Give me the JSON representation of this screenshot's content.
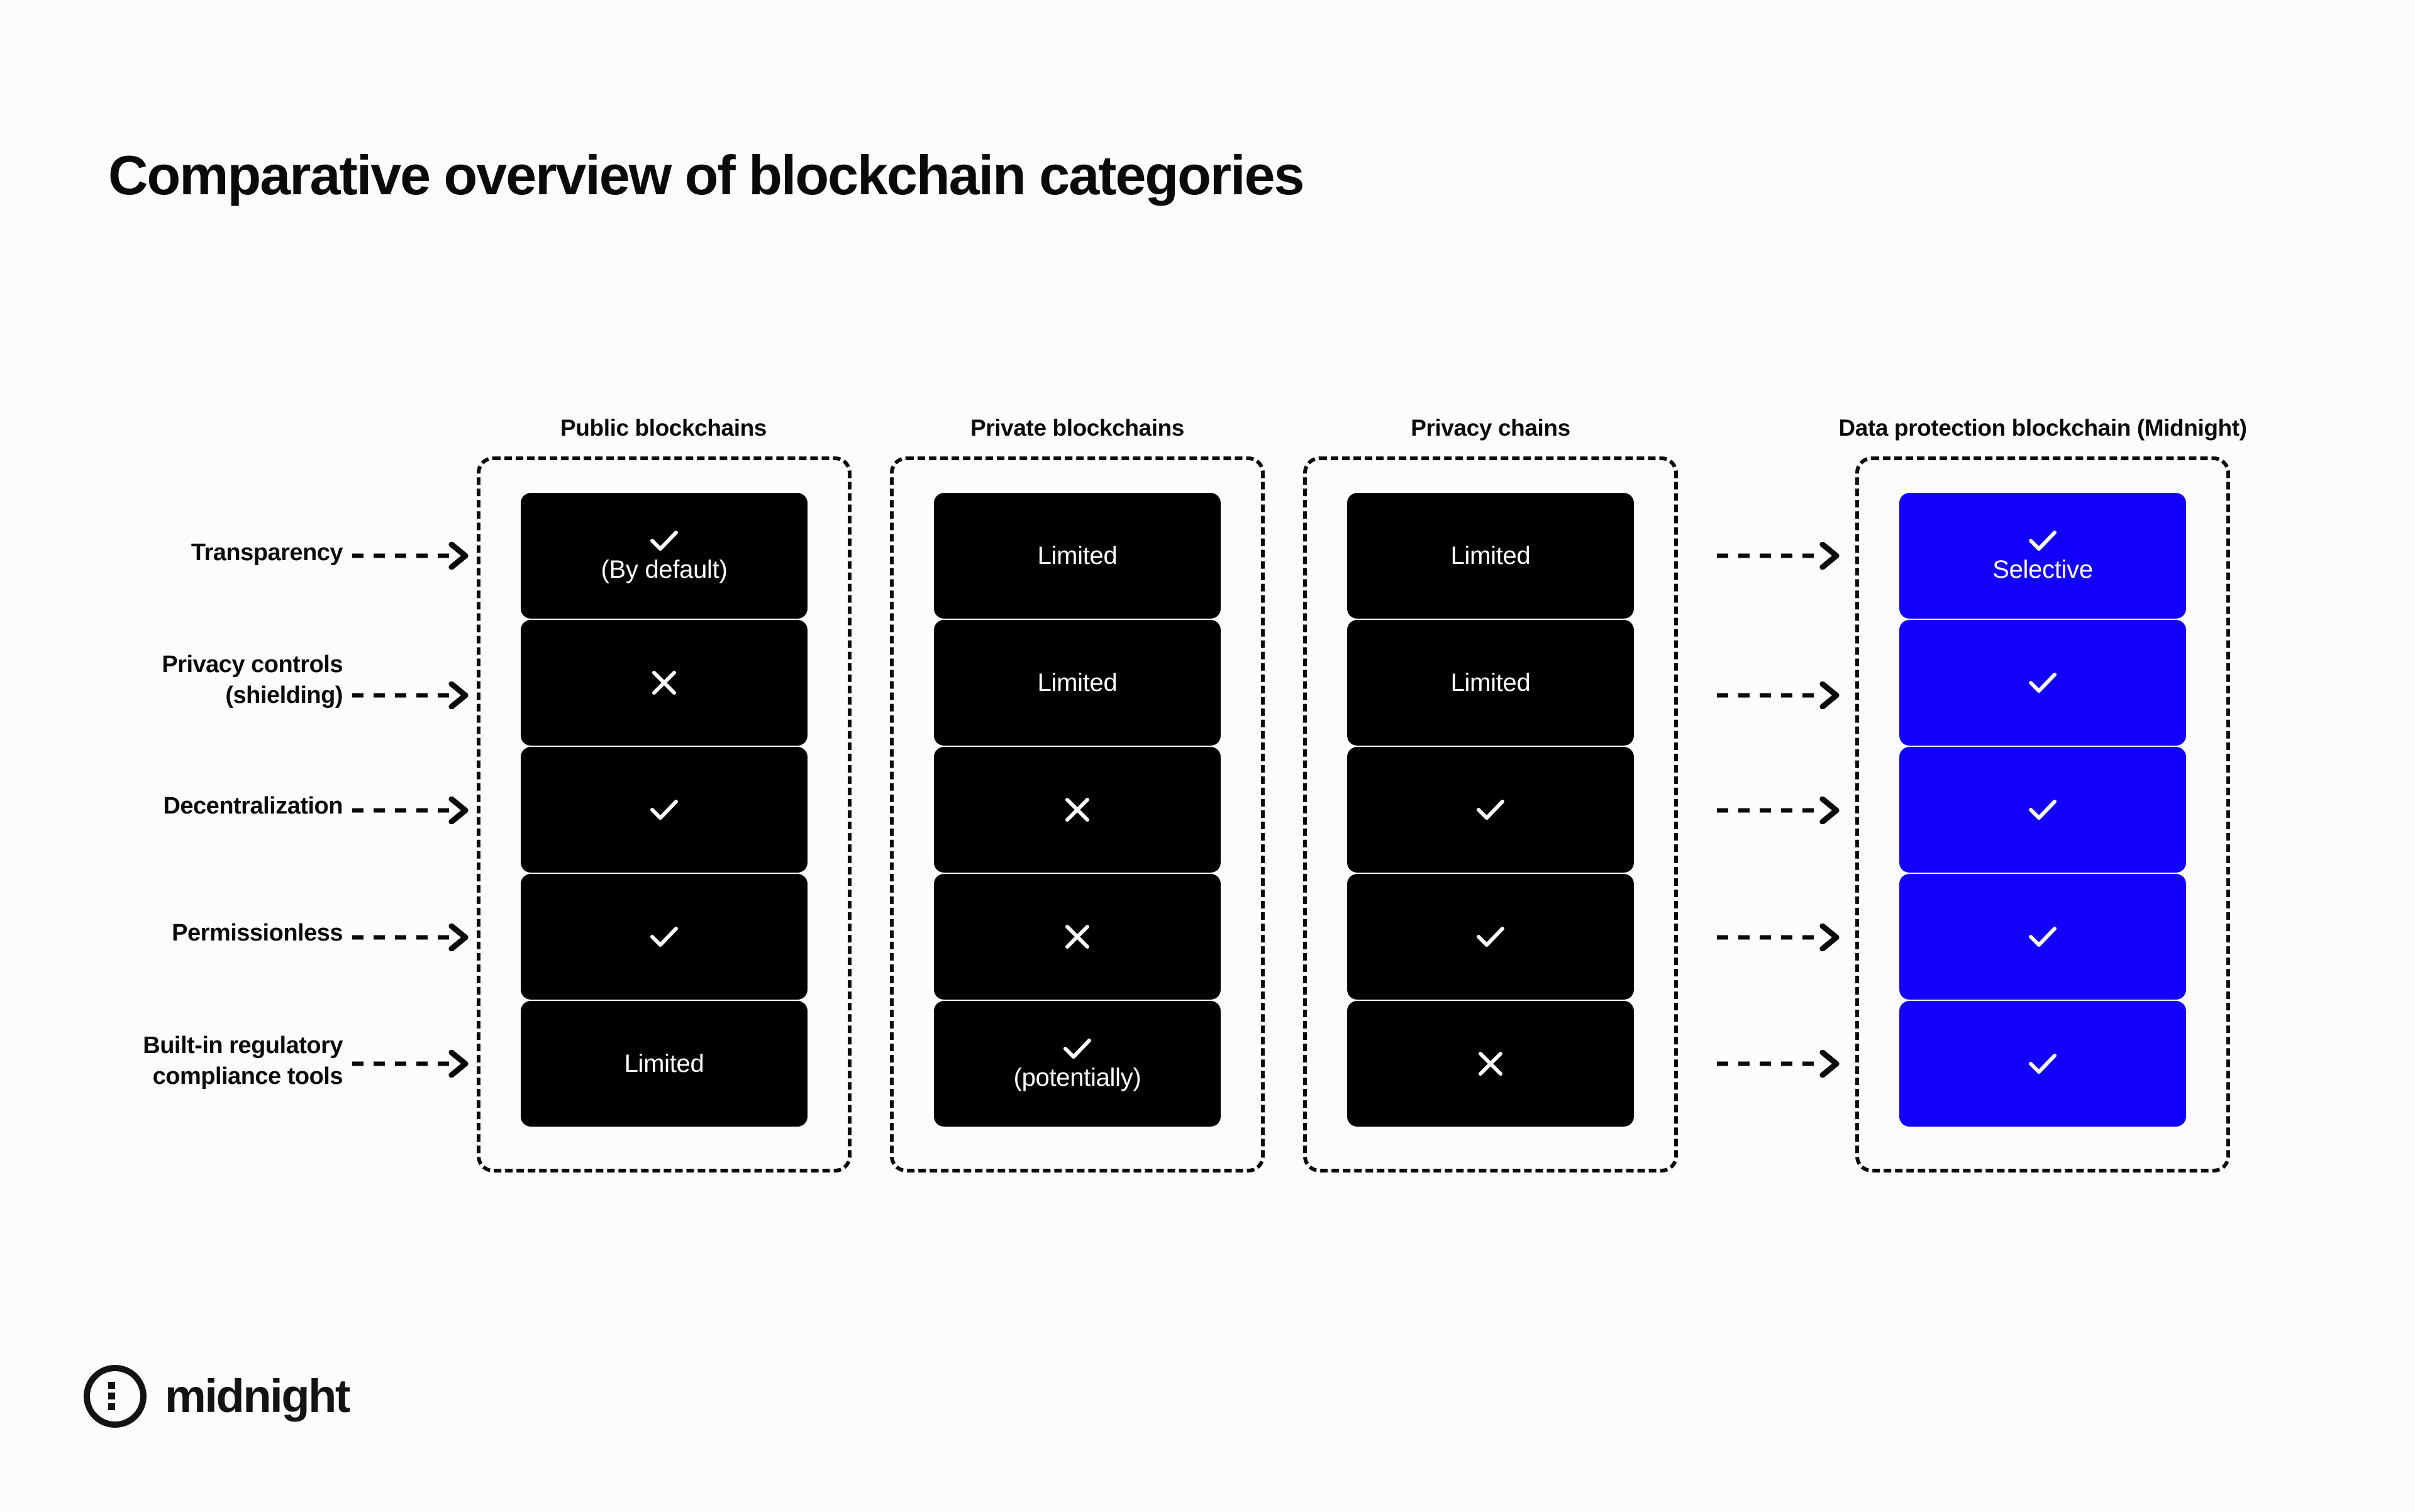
{
  "page": {
    "title": "Comparative overview of blockchain categories",
    "background_color": "#FCFCFC",
    "accent_color": "#1200FA",
    "dark_color": "#000000"
  },
  "logo": {
    "wordmark": "midnight",
    "mark_icon": "midnight-circle-dots-icon"
  },
  "chart_data": {
    "type": "table",
    "title": "Comparative overview of blockchain categories",
    "xlabel": "",
    "ylabel": "",
    "columns": [
      "Public blockchains",
      "Private blockchains",
      "Privacy chains",
      "Data protection blockchain (Midnight)"
    ],
    "rows": [
      "Transparency",
      "Privacy controls (shielding)",
      "Decentralization",
      "Permissionless",
      "Built-in regulatory compliance tools"
    ],
    "values": [
      [
        "check + (By default)",
        "Limited",
        "Limited",
        "check + Selective"
      ],
      [
        "cross",
        "Limited",
        "Limited",
        "check"
      ],
      [
        "check",
        "cross",
        "check",
        "check"
      ],
      [
        "check",
        "cross",
        "check",
        "check"
      ],
      [
        "Limited",
        "check + (potentially)",
        "cross",
        "check"
      ]
    ]
  },
  "table": {
    "headers": [
      {
        "label": "Public blockchains"
      },
      {
        "label": "Private blockchains"
      },
      {
        "label": "Privacy chains"
      },
      {
        "label": "Data protection blockchain (Midnight)"
      }
    ],
    "row_labels": [
      {
        "label": "Transparency"
      },
      {
        "label": "Privacy controls\n(shielding)"
      },
      {
        "label": "Decentralization"
      },
      {
        "label": "Permissionless"
      },
      {
        "label": "Built-in regulatory\ncompliance tools"
      }
    ],
    "cells": [
      [
        {
          "icon": "check-icon",
          "text": "(By default)",
          "tone": "dark"
        },
        {
          "icon": "",
          "text": "Limited",
          "tone": "dark"
        },
        {
          "icon": "",
          "text": "Limited",
          "tone": "dark"
        },
        {
          "icon": "check-icon",
          "text": "Selective",
          "tone": "blue"
        }
      ],
      [
        {
          "icon": "cross-icon",
          "text": "",
          "tone": "dark"
        },
        {
          "icon": "",
          "text": "Limited",
          "tone": "dark"
        },
        {
          "icon": "",
          "text": "Limited",
          "tone": "dark"
        },
        {
          "icon": "check-icon",
          "text": "",
          "tone": "blue"
        }
      ],
      [
        {
          "icon": "check-icon",
          "text": "",
          "tone": "dark"
        },
        {
          "icon": "cross-icon",
          "text": "",
          "tone": "dark"
        },
        {
          "icon": "check-icon",
          "text": "",
          "tone": "dark"
        },
        {
          "icon": "check-icon",
          "text": "",
          "tone": "blue"
        }
      ],
      [
        {
          "icon": "check-icon",
          "text": "",
          "tone": "dark"
        },
        {
          "icon": "cross-icon",
          "text": "",
          "tone": "dark"
        },
        {
          "icon": "check-icon",
          "text": "",
          "tone": "dark"
        },
        {
          "icon": "check-icon",
          "text": "",
          "tone": "blue"
        }
      ],
      [
        {
          "icon": "",
          "text": "Limited",
          "tone": "dark"
        },
        {
          "icon": "check-icon",
          "text": "(potentially)",
          "tone": "dark"
        },
        {
          "icon": "cross-icon",
          "text": "",
          "tone": "dark"
        },
        {
          "icon": "check-icon",
          "text": "",
          "tone": "blue"
        }
      ]
    ]
  }
}
